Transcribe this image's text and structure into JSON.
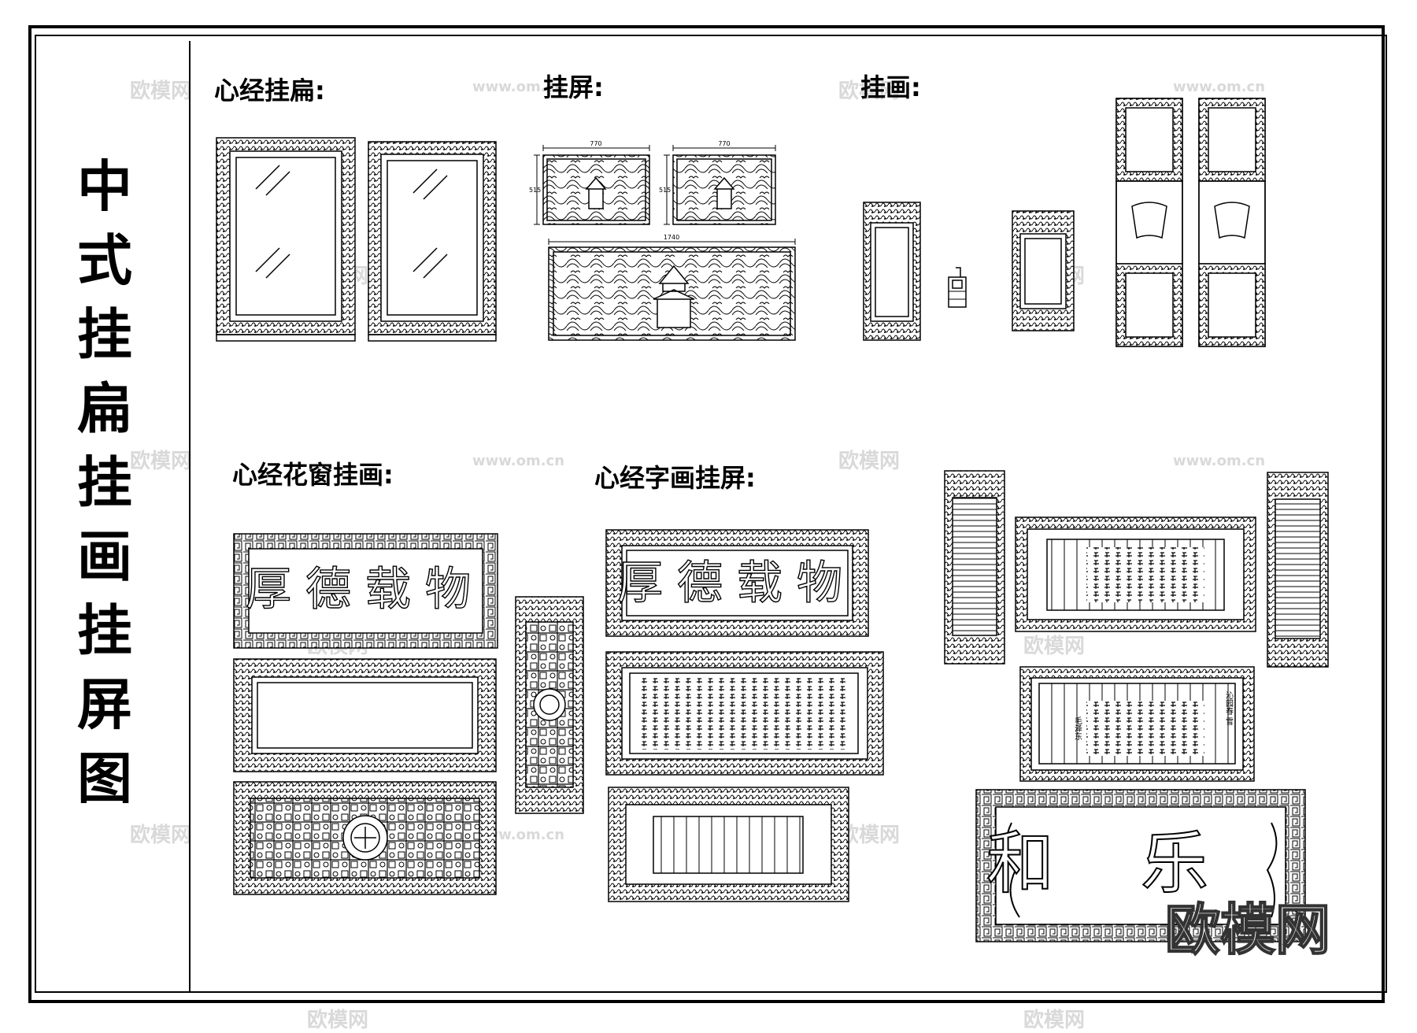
{
  "title": "中式挂扁挂画挂屏图",
  "sections": {
    "heart_sutra_plaque": "心经挂扁:",
    "hanging_screen": "挂屏:",
    "hanging_painting": "挂画:",
    "heart_sutra_flower_window": "心经花窗挂画:",
    "heart_sutra_calligraphy_screen": "心经字画挂屏:"
  },
  "dimensions": {
    "screen_width_a": "770",
    "screen_width_b": "770",
    "screen_height_a": "515",
    "screen_height_b": "515",
    "long_screen_width": "1740"
  },
  "plaques": {
    "houde_1": "厚德载物",
    "houde_2": "厚德载物",
    "hele": "和乐"
  },
  "poem": {
    "title": "沁园春 雪",
    "author": "毛泽东"
  },
  "watermarks": [
    "欧模网",
    "www.om.cn"
  ],
  "brand": "欧模网"
}
